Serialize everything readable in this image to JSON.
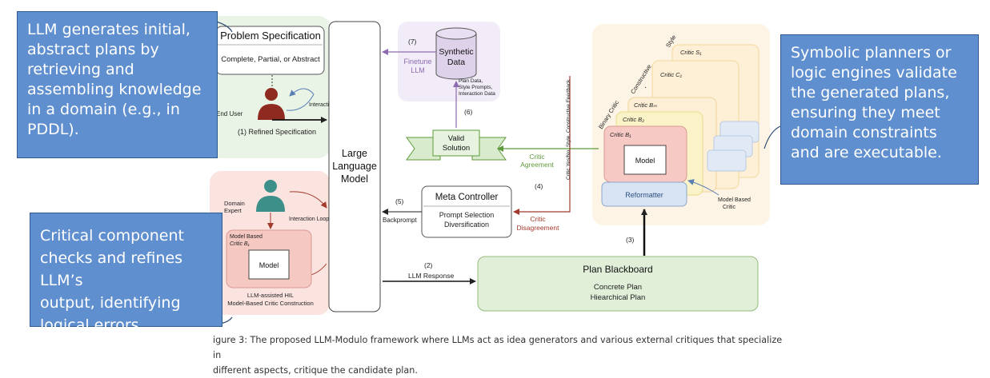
{
  "problem_spec": {
    "title": "Problem Specification",
    "subtitle": "Complete, Partial, or Abstract"
  },
  "end_user": {
    "label": "End User",
    "loop": "Interaction Loop",
    "refined": "(1)  Refined Specification"
  },
  "llm": {
    "line1": "Large",
    "line2": "Language",
    "line3": "Model"
  },
  "synthetic": {
    "line1": "Synthetic",
    "line2": "Data",
    "step": "(7)",
    "finetune1": "Finetune",
    "finetune2": "LLM",
    "data1": "Plan Data,",
    "data2": "Style Prompts,",
    "data3": "Interaction Data",
    "step6": "(6)"
  },
  "valid": {
    "line1": "Valid",
    "line2": "Solution"
  },
  "critic_agreement": {
    "line1": "Critic",
    "line2": "Agreement"
  },
  "critic_disagreement": {
    "line1": "Critic",
    "line2": "Disagreement"
  },
  "meta": {
    "title": "Meta Controller",
    "line1": "Prompt Selection",
    "line2": "Diversification",
    "step": "(5)",
    "backprompt": "Backprompt",
    "step4": "(4)"
  },
  "critics": {
    "style": "Style",
    "constructive": "Constructive",
    "binary": "Binary Critic",
    "s1": "Critic S₁",
    "c1": "Critic C₁",
    "bm": "Critic Bₘ",
    "b2": "Critic B₂",
    "b1": "Critic B₁",
    "model": "Model",
    "reformatter": "Reformatter",
    "mb1": "Model Based",
    "mb2": "Critic",
    "feedback": "Critic Yes/No, Style, Constructive Feedback",
    "step3": "(3)"
  },
  "domain": {
    "label1": "Domain",
    "label2": "Expert",
    "loop": "Interaction Loop",
    "mbc1": "Model Based",
    "mbc2": "Critic B₁",
    "model": "Model",
    "hil1": "LLM-assisted HIL",
    "hil2": "Model-Based Critic Construction"
  },
  "llm_response": {
    "step": "(2)",
    "label": "LLM Response"
  },
  "blackboard": {
    "title": "Plan Blackboard",
    "line1": "Concrete Plan",
    "line2": "Hiearchical Plan"
  },
  "callouts": {
    "top_left": [
      "LLM  generates initial,",
      "abstract plans by",
      "retrieving and",
      "assembling knowledge",
      "in a domain (e.g., in",
      "PDDL)."
    ],
    "right": [
      "Symbolic planners or",
      "logic engines validate",
      "the generated plans,",
      "ensuring they meet",
      "domain constraints",
      "and are executable."
    ],
    "bottom_left": [
      "Critical component",
      "checks and refines LLM’s",
      "output, identifying",
      "logical errors."
    ]
  },
  "caption": {
    "line1": "igure 3: The proposed LLM-Modulo framework where LLMs act as idea generators and various external critiques that specialize in",
    "line2": "different aspects, critique the candidate plan."
  },
  "colors": {
    "callout": "#5f8fcf",
    "critic_red": "#a23a2c",
    "agreement_green": "#5f9a3a",
    "finetune_purple": "#8e6bb0"
  }
}
